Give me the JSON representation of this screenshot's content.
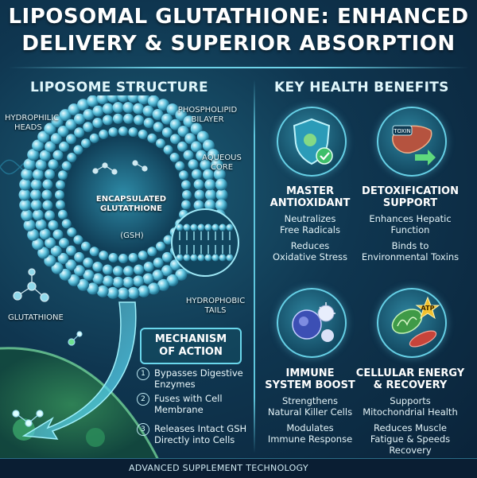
{
  "title": {
    "line1": "LIPOSOMAL GLUTATHIONE: ENHANCED",
    "line2": "DELIVERY & SUPERIOR ABSORPTION"
  },
  "liposome": {
    "heading": "LIPOSOME STRUCTURE",
    "labels": {
      "hydrophilic_1": "HYDROPHILIC",
      "hydrophilic_2": "HEADS",
      "phospho_1": "PHOSPHOLIPID",
      "phospho_2": "BILAYER",
      "aqueous_1": "AQUEOUS",
      "aqueous_2": "CORE",
      "encap_1": "ENCAPSULATED",
      "encap_2": "GLUTATHIONE",
      "gsh": "(GSH)",
      "hydrophobic_1": "HYDROPHOBIC",
      "hydrophobic_2": "TAILS",
      "glutathione": "GLUTATHIONE"
    }
  },
  "mechanism": {
    "title_1": "MECHANISM",
    "title_2": "OF ACTION",
    "items": [
      {
        "num": "1",
        "text": "Bypasses Digestive Enzymes"
      },
      {
        "num": "2",
        "text": "Fuses with Cell Membrane"
      },
      {
        "num": "3",
        "text": "Releases Intact GSH Directly into Cells"
      }
    ]
  },
  "benefits": {
    "heading": "KEY HEALTH BENEFITS",
    "items": [
      {
        "title_1": "MASTER",
        "title_2": "ANTIOXIDANT",
        "text_1": "Neutralizes",
        "text_2": "Free Radicals",
        "text_3": "Reduces",
        "text_4": "Oxidative Stress",
        "icon": "shield-check-icon"
      },
      {
        "title_1": "DETOXIFICATION",
        "title_2": "SUPPORT",
        "text_1": "Enhances Hepatic",
        "text_2": "Function",
        "text_3": "Binds to",
        "text_4": "Environmental Toxins",
        "icon": "liver-toxin-icon",
        "toxin_label": "TOXIN"
      },
      {
        "title_1": "IMMUNE",
        "title_2": "SYSTEM BOOST",
        "text_1": "Strengthens",
        "text_2": "Natural Killer Cells",
        "text_3": "Modulates",
        "text_4": "Immune Response",
        "icon": "immune-cells-icon"
      },
      {
        "title_1": "CELLULAR ENERGY",
        "title_2": "& RECOVERY",
        "text_1": "Supports",
        "text_2": "Mitochondrial Health",
        "text_3": "Reduces Muscle",
        "text_4": "Fatigue & Speeds",
        "text_5": "Recovery",
        "icon": "mitochondria-atp-icon",
        "atp_label": "ATP"
      }
    ]
  },
  "footer": "ADVANCED SUPPLEMENT TECHNOLOGY",
  "colors": {
    "accent": "#6ad7ec",
    "background": "#0f3650"
  }
}
